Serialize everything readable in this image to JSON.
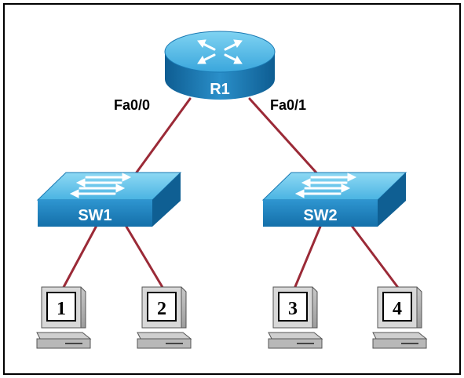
{
  "colors": {
    "link": "#9b2a37",
    "device_top": "#5fc3e8",
    "device_side": "#1b7fb8",
    "device_side_dark": "#0f5f93",
    "frame": "#000000"
  },
  "router": {
    "name": "R1",
    "icon": "router-icon"
  },
  "ports": {
    "left": "Fa0/0",
    "right": "Fa0/1"
  },
  "switches": [
    {
      "name": "SW1",
      "icon": "switch-icon"
    },
    {
      "name": "SW2",
      "icon": "switch-icon"
    }
  ],
  "pcs": [
    {
      "label": "1",
      "icon": "pc-icon"
    },
    {
      "label": "2",
      "icon": "pc-icon"
    },
    {
      "label": "3",
      "icon": "pc-icon"
    },
    {
      "label": "4",
      "icon": "pc-icon"
    }
  ]
}
